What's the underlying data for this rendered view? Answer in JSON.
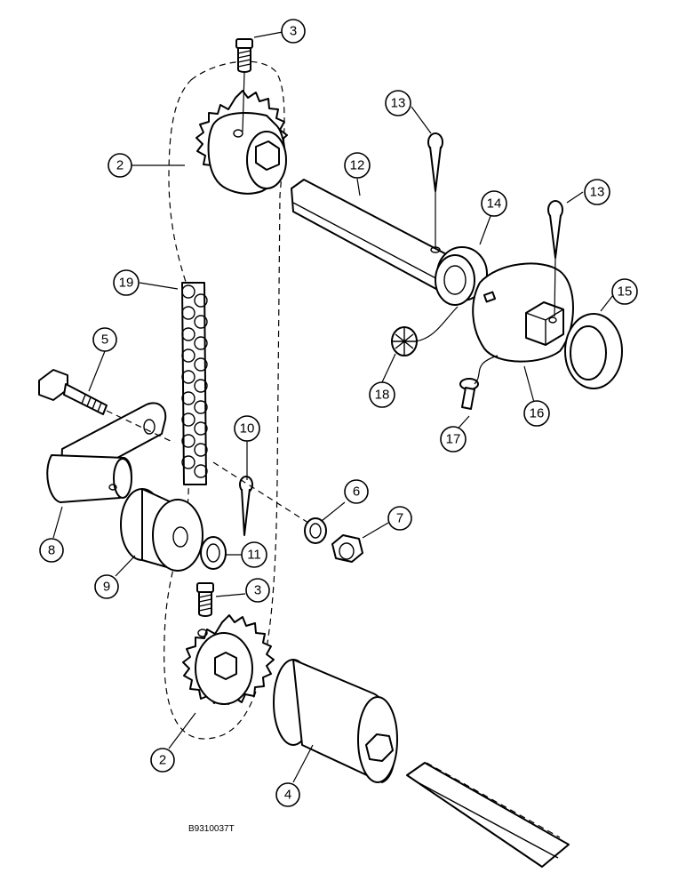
{
  "drawing_number": "B9310037T",
  "callouts": [
    {
      "id": "c3a",
      "label": "3"
    },
    {
      "id": "c2a",
      "label": "2"
    },
    {
      "id": "c13a",
      "label": "13"
    },
    {
      "id": "c12",
      "label": "12"
    },
    {
      "id": "c14",
      "label": "14"
    },
    {
      "id": "c13b",
      "label": "13"
    },
    {
      "id": "c19",
      "label": "19"
    },
    {
      "id": "c15",
      "label": "15"
    },
    {
      "id": "c5",
      "label": "5"
    },
    {
      "id": "c18",
      "label": "18"
    },
    {
      "id": "c16",
      "label": "16"
    },
    {
      "id": "c17",
      "label": "17"
    },
    {
      "id": "c10",
      "label": "10"
    },
    {
      "id": "c6",
      "label": "6"
    },
    {
      "id": "c7",
      "label": "7"
    },
    {
      "id": "c8",
      "label": "8"
    },
    {
      "id": "c11",
      "label": "11"
    },
    {
      "id": "c9",
      "label": "9"
    },
    {
      "id": "c3b",
      "label": "3"
    },
    {
      "id": "c2b",
      "label": "2"
    },
    {
      "id": "c4",
      "label": "4"
    }
  ]
}
